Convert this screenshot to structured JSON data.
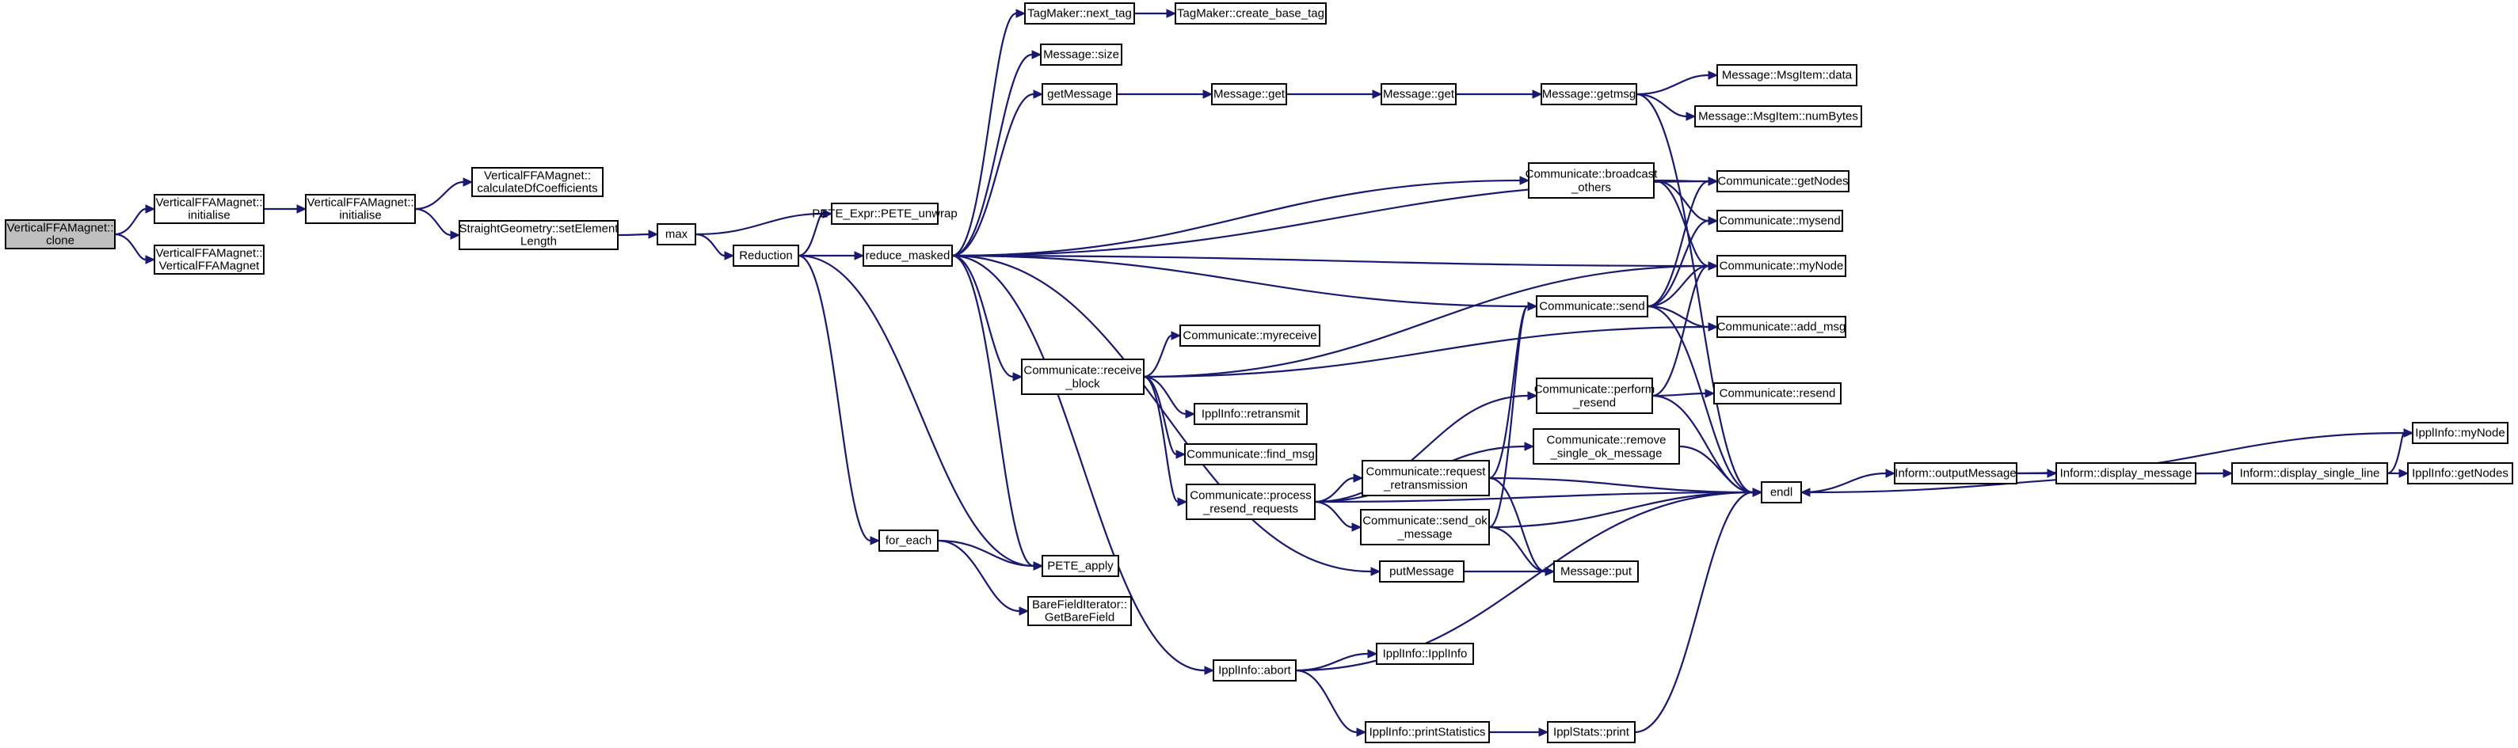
{
  "colors": {
    "edge": "#191970",
    "node_border": "#000000",
    "node_fill": "#ffffff",
    "root_fill": "#bfbfbf",
    "background": "#ffffff"
  },
  "nodes": [
    {
      "id": "vfm_clone",
      "lines": [
        "VerticalFFAMagnet::",
        "clone"
      ]
    },
    {
      "id": "vfm_initialise1",
      "lines": [
        "VerticalFFAMagnet::",
        "initialise"
      ]
    },
    {
      "id": "vfm_ctor",
      "lines": [
        "VerticalFFAMagnet::",
        "VerticalFFAMagnet"
      ]
    },
    {
      "id": "vfm_initialise2",
      "lines": [
        "VerticalFFAMagnet::",
        "initialise"
      ]
    },
    {
      "id": "vfm_calcdf",
      "lines": [
        "VerticalFFAMagnet::",
        "calculateDfCoefficients"
      ]
    },
    {
      "id": "sg_setlen",
      "lines": [
        "StraightGeometry::setElement",
        "Length"
      ]
    },
    {
      "id": "max",
      "lines": [
        "max"
      ]
    },
    {
      "id": "pete_unwrap",
      "lines": [
        "PETE_Expr::PETE_unwrap"
      ]
    },
    {
      "id": "reduction",
      "lines": [
        "Reduction"
      ]
    },
    {
      "id": "reduce_masked",
      "lines": [
        "reduce_masked"
      ]
    },
    {
      "id": "for_each",
      "lines": [
        "for_each"
      ]
    },
    {
      "id": "pete_apply",
      "lines": [
        "PETE_apply"
      ]
    },
    {
      "id": "bfi_get",
      "lines": [
        "BareFieldIterator::",
        "GetBareField"
      ]
    },
    {
      "id": "tm_next",
      "lines": [
        "TagMaker::next_tag"
      ]
    },
    {
      "id": "tm_create",
      "lines": [
        "TagMaker::create_base_tag"
      ]
    },
    {
      "id": "msg_size",
      "lines": [
        "Message::size"
      ]
    },
    {
      "id": "getmessage",
      "lines": [
        "getMessage"
      ]
    },
    {
      "id": "msg_get1",
      "lines": [
        "Message::get"
      ]
    },
    {
      "id": "msg_get2",
      "lines": [
        "Message::get"
      ]
    },
    {
      "id": "msg_getmsg",
      "lines": [
        "Message::getmsg"
      ]
    },
    {
      "id": "msgitem_data",
      "lines": [
        "Message::MsgItem::data"
      ]
    },
    {
      "id": "msgitem_numbytes",
      "lines": [
        "Message::MsgItem::numBytes"
      ]
    },
    {
      "id": "comm_bcast",
      "lines": [
        "Communicate::broadcast",
        "_others"
      ]
    },
    {
      "id": "comm_getnodes",
      "lines": [
        "Communicate::getNodes"
      ]
    },
    {
      "id": "comm_mysend",
      "lines": [
        "Communicate::mysend"
      ]
    },
    {
      "id": "comm_mynode",
      "lines": [
        "Communicate::myNode"
      ]
    },
    {
      "id": "comm_send",
      "lines": [
        "Communicate::send"
      ]
    },
    {
      "id": "comm_addmsg",
      "lines": [
        "Communicate::add_msg"
      ]
    },
    {
      "id": "comm_recvblock",
      "lines": [
        "Communicate::receive",
        "_block"
      ]
    },
    {
      "id": "comm_myreceive",
      "lines": [
        "Communicate::myreceive"
      ]
    },
    {
      "id": "ippl_retransmit",
      "lines": [
        "IpplInfo::retransmit"
      ]
    },
    {
      "id": "comm_findmsg",
      "lines": [
        "Communicate::find_msg"
      ]
    },
    {
      "id": "comm_processresend",
      "lines": [
        "Communicate::process",
        "_resend_requests"
      ]
    },
    {
      "id": "comm_performresend",
      "lines": [
        "Communicate::perform",
        "_resend"
      ]
    },
    {
      "id": "comm_resend",
      "lines": [
        "Communicate::resend"
      ]
    },
    {
      "id": "comm_removeok",
      "lines": [
        "Communicate::remove",
        "_single_ok_message"
      ]
    },
    {
      "id": "comm_reqretrans",
      "lines": [
        "Communicate::request",
        "_retransmission"
      ]
    },
    {
      "id": "comm_sendok",
      "lines": [
        "Communicate::send_ok",
        "_message"
      ]
    },
    {
      "id": "putmessage",
      "lines": [
        "putMessage"
      ]
    },
    {
      "id": "msg_put",
      "lines": [
        "Message::put"
      ]
    },
    {
      "id": "endl",
      "lines": [
        "endl"
      ]
    },
    {
      "id": "inform_output",
      "lines": [
        "Inform::outputMessage"
      ]
    },
    {
      "id": "inform_display",
      "lines": [
        "Inform::display_message"
      ]
    },
    {
      "id": "inform_single",
      "lines": [
        "Inform::display_single_line"
      ]
    },
    {
      "id": "ippl_mynode",
      "lines": [
        "IpplInfo::myNode"
      ]
    },
    {
      "id": "ippl_getnodes",
      "lines": [
        "IpplInfo::getNodes"
      ]
    },
    {
      "id": "ippl_abort",
      "lines": [
        "IpplInfo::abort"
      ]
    },
    {
      "id": "ippl_ipplinfo",
      "lines": [
        "IpplInfo::IpplInfo"
      ]
    },
    {
      "id": "ippl_printstats",
      "lines": [
        "IpplInfo::printStatistics"
      ]
    },
    {
      "id": "ipplstats_print",
      "lines": [
        "IpplStats::print"
      ]
    }
  ]
}
